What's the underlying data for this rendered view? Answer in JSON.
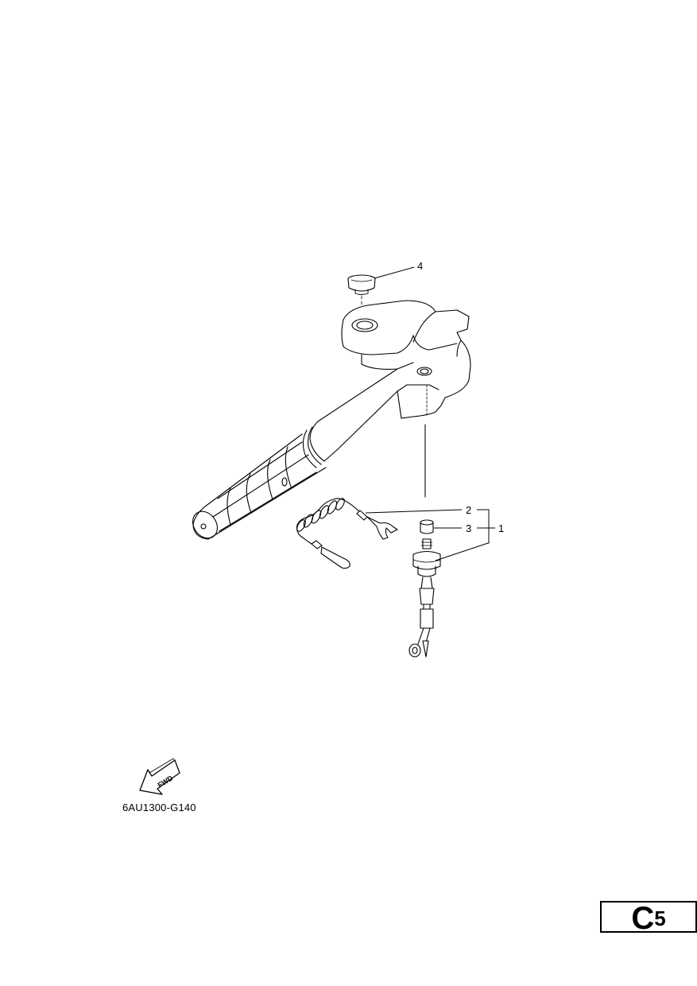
{
  "callouts": {
    "part_1": "1",
    "part_2": "2",
    "part_3": "3",
    "part_4": "4"
  },
  "fwd_label": "FWD",
  "diagram_code": "6AU1300-G140",
  "page_marker": {
    "letter": "C",
    "number": "5"
  },
  "icons": [
    "fwd-arrow-icon"
  ],
  "colors": {
    "ink": "#000000",
    "paper": "#ffffff"
  }
}
